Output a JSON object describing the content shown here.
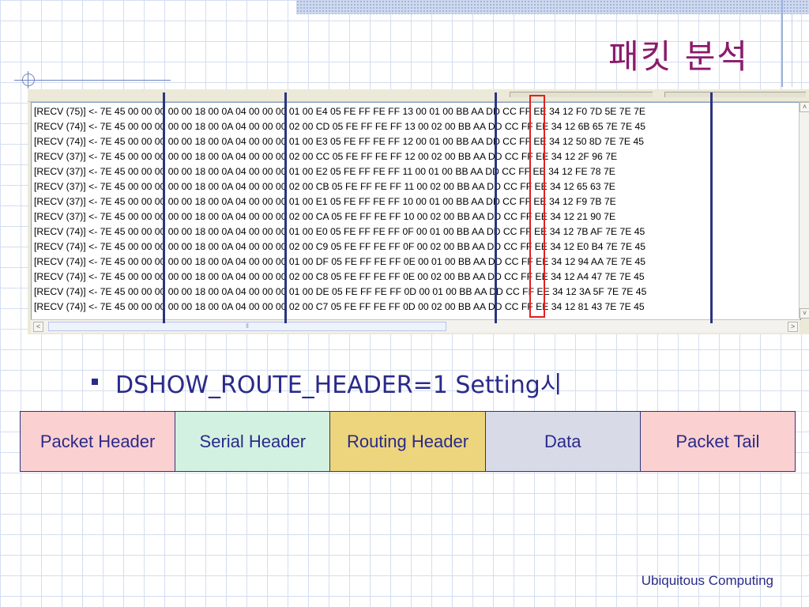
{
  "slide": {
    "title": "패킷 분석",
    "footer": "Ubiquitous Computing"
  },
  "monitor": {
    "lines": [
      "[RECV (75)] <- 7E 45 00 00 00 00 00 18 00 0A 04 00 00 00 01 00 E4 05 FE FF FE FF 13 00 01 00 BB AA DD CC FF EE 34 12 F0 7D 5E 7E 7E",
      "[RECV (74)] <- 7E 45 00 00 00 00 00 18 00 0A 04 00 00 00 02 00 CD 05 FE FF FE FF 13 00 02 00 BB AA DD CC FF EE 34 12 6B 65 7E 7E 45",
      "[RECV (74)] <- 7E 45 00 00 00 00 00 18 00 0A 04 00 00 00 01 00 E3 05 FE FF FE FF 12 00 01 00 BB AA DD CC FF EE 34 12 50 8D 7E 7E 45",
      "[RECV (37)] <- 7E 45 00 00 00 00 00 18 00 0A 04 00 00 00 02 00 CC 05 FE FF FE FF 12 00 02 00 BB AA DD CC FF EE 34 12 2F 96 7E",
      "[RECV (37)] <- 7E 45 00 00 00 00 00 18 00 0A 04 00 00 00 01 00 E2 05 FE FF FE FF 11 00 01 00 BB AA DD CC FF EE 34 12 FE 78 7E",
      "[RECV (37)] <- 7E 45 00 00 00 00 00 18 00 0A 04 00 00 00 02 00 CB 05 FE FF FE FF 11 00 02 00 BB AA DD CC FF EE 34 12 65 63 7E",
      "[RECV (37)] <- 7E 45 00 00 00 00 00 18 00 0A 04 00 00 00 01 00 E1 05 FE FF FE FF 10 00 01 00 BB AA DD CC FF EE 34 12 F9 7B 7E",
      "[RECV (37)] <- 7E 45 00 00 00 00 00 18 00 0A 04 00 00 00 02 00 CA 05 FE FF FE FF 10 00 02 00 BB AA DD CC FF EE 34 12 21 90 7E",
      "[RECV (74)] <- 7E 45 00 00 00 00 00 18 00 0A 04 00 00 00 01 00 E0 05 FE FF FE FF 0F 00 01 00 BB AA DD CC FF EE 34 12 7B AF 7E 7E 45",
      "[RECV (74)] <- 7E 45 00 00 00 00 00 18 00 0A 04 00 00 00 02 00 C9 05 FE FF FE FF 0F 00 02 00 BB AA DD CC FF EE 34 12 E0 B4 7E 7E 45",
      "[RECV (74)] <- 7E 45 00 00 00 00 00 18 00 0A 04 00 00 00 01 00 DF 05 FE FF FE FF 0E 00 01 00 BB AA DD CC FF EE 34 12 94 AA 7E 7E 45",
      "[RECV (74)] <- 7E 45 00 00 00 00 00 18 00 0A 04 00 00 00 02 00 C8 05 FE FF FE FF 0E 00 02 00 BB AA DD CC FF EE 34 12 A4 47 7E 7E 45",
      "[RECV (74)] <- 7E 45 00 00 00 00 00 18 00 0A 04 00 00 00 01 00 DE 05 FE FF FE FF 0D 00 01 00 BB AA DD CC FF EE 34 12 3A 5F 7E 7E 45",
      "[RECV (74)] <- 7E 45 00 00 00 00 00 18 00 0A 04 00 00 00 02 00 C7 05 FE FF FE FF 0D 00 02 00 BB AA DD CC FF EE 34 12 81 43 7E 7E 45"
    ],
    "scroll_up_glyph": "˄",
    "scroll_down_glyph": "˅",
    "scroll_left_glyph": "<",
    "scroll_right_glyph": ">",
    "thumb_grip": "⦀"
  },
  "bullet": {
    "text": "DSHOW_ROUTE_HEADER=1 Setting시"
  },
  "packet_structure": [
    {
      "label": "Packet Header",
      "color": "#fbd0d0"
    },
    {
      "label": "Serial Header",
      "color": "#d3f1e0"
    },
    {
      "label": "Routing Header",
      "color": "#ecd57c"
    },
    {
      "label": "Data",
      "color": "#d8dae8"
    },
    {
      "label": "Packet Tail",
      "color": "#fbd0d0"
    }
  ],
  "colors": {
    "title": "#8b1a6b",
    "text": "#2a2a8a",
    "marker": "#2a3580",
    "highlight": "#e02020"
  }
}
